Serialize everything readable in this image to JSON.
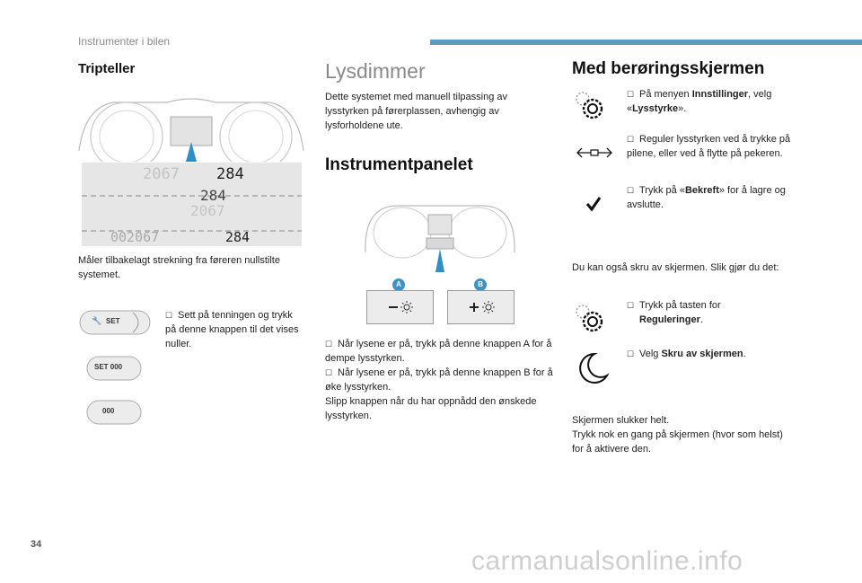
{
  "header": {
    "section": "Instrumenter i bilen"
  },
  "col1": {
    "title": "Tripteller",
    "cluster": {
      "row1_left": "2067",
      "row1_right": "284",
      "row2_top": "284",
      "row2_bottom": "2067",
      "row3_left": "002067",
      "row3_right": "284"
    },
    "desc": "Måler tilbakelagt strekning fra føreren nullstilte systemet.",
    "bullet": "Sett på tenningen og trykk på denne knappen til det vises nuller.",
    "btn1_label": "SET",
    "btn2_label": "SET 000",
    "btn3_label": "000"
  },
  "col2": {
    "title": "Lysdimmer",
    "intro": "Dette systemet med manuell tilpassing av lysstyrken på førerplassen, avhengig av lysforholdene ute.",
    "subtitle": "Instrumentpanelet",
    "marker_a": "A",
    "marker_b": "B",
    "bullet_a": "Når lysene er på, trykk på denne knappen A for å dempe lysstyrken.",
    "bullet_b": "Når lysene er på, trykk på denne knappen B for å øke lysstyrken.",
    "outro": "Slipp knappen når du har oppnådd den ønskede lysstyrken."
  },
  "col3": {
    "title": "Med berøringsskjermen",
    "s1_pre": "På menyen ",
    "s1_bold": "Innstillinger",
    "s1_mid": ", velg «",
    "s1_bold2": "Lysstyrke",
    "s1_post": "».",
    "s2": "Reguler lysstyrken ved å trykke på pilene, eller ved å flytte på pekeren.",
    "s3_pre": "Trykk på «",
    "s3_bold": "Bekreft",
    "s3_post": "» for å lagre og avslutte.",
    "also": "Du kan også skru av skjermen. Slik gjør du det:",
    "s4_pre": "Trykk på tasten for",
    "s4_bold": "Reguleringer",
    "s4_post": ".",
    "s5_pre": "Velg ",
    "s5_bold": "Skru av skjermen",
    "s5_post": ".",
    "end1": "Skjermen slukker helt.",
    "end2": "Trykk nok en gang på skjermen (hvor som helst) for å aktivere den."
  },
  "footer": {
    "page": "34",
    "watermark": "carmanualsonline.info"
  },
  "colors": {
    "accent": "#5a9bbf",
    "marker": "#3d93c4",
    "pointer": "#2f8fc4"
  }
}
